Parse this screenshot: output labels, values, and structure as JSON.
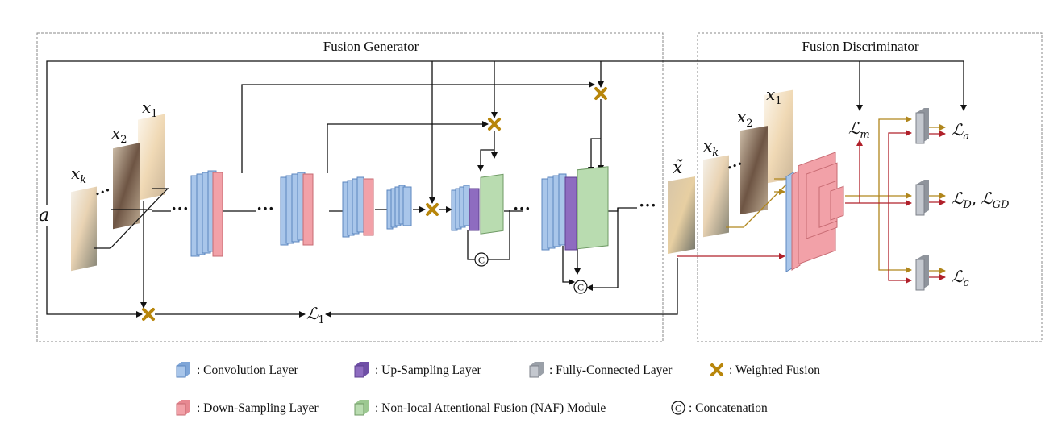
{
  "panels": {
    "generator_title": "Fusion Generator",
    "discriminator_title": "Fusion Discriminator"
  },
  "symbols": {
    "a": "a",
    "x1": "x",
    "x1_sub": "1",
    "x2": "x",
    "x2_sub": "2",
    "xk": "x",
    "xk_sub": "k",
    "x_tilde": "x̃",
    "concat": "C",
    "loss_L1": "ℒ",
    "loss_L1_sub": "1",
    "loss_m": "ℒ",
    "loss_m_sub": "m",
    "loss_a": "ℒ",
    "loss_a_sub": "a",
    "loss_D": "ℒ",
    "loss_D_sub": "D",
    "loss_GD": "ℒ",
    "loss_GD_sub": "GD",
    "loss_c": "ℒ",
    "loss_c_sub": "c",
    "comma": ","
  },
  "legend": {
    "conv": ": Convolution Layer",
    "upsample": ": Up-Sampling Layer",
    "fc": ": Fully-Connected Layer",
    "weighted": ": Weighted Fusion",
    "downsample": ": Down-Sampling Layer",
    "naf": ": Non-local Attentional Fusion (NAF) Module",
    "concat_label": ": Concatenation",
    "concat_symbol": "C"
  },
  "colors": {
    "conv": "#a9c6ea",
    "conv_stroke": "#5b86bf",
    "downsample": "#f2a1a8",
    "downsample_stroke": "#c76a72",
    "upsample": "#8e6cc0",
    "upsample_stroke": "#5d3f91",
    "naf": "#b9dcb0",
    "naf_stroke": "#6f9a65",
    "fc": "#c4c8cf",
    "fc_stroke": "#7c818a",
    "weighted": "#b8860b",
    "arrow_dark": "#111111",
    "arrow_red": "#b0202a",
    "arrow_gold": "#b0861c"
  }
}
